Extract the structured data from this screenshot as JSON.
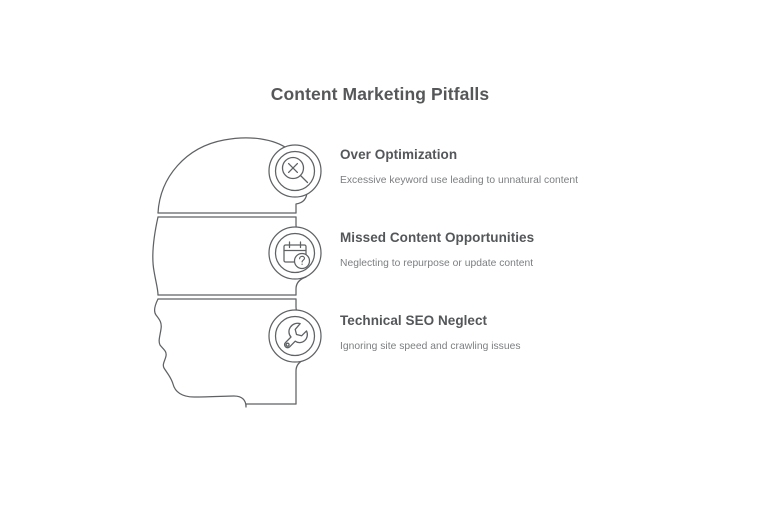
{
  "page": {
    "title": "Content Marketing Pitfalls",
    "background_color": "#ffffff",
    "line_color": "#5f6265",
    "heading_color": "#54575a",
    "description_color": "#7b7e81",
    "title_color": "#555759"
  },
  "diagram": {
    "name": "head-profile-silhouette",
    "orientation": "facing-left",
    "band_count": 3
  },
  "items": [
    {
      "icon": "magnifier-x-icon",
      "heading": "Over Optimization",
      "description": "Excessive keyword use leading to unnatural content"
    },
    {
      "icon": "calendar-question-icon",
      "heading": "Missed Content Opportunities",
      "description": "Neglecting to repurpose or update content"
    },
    {
      "icon": "wrench-icon",
      "heading": "Technical SEO Neglect",
      "description": "Ignoring site speed and crawling issues"
    }
  ]
}
